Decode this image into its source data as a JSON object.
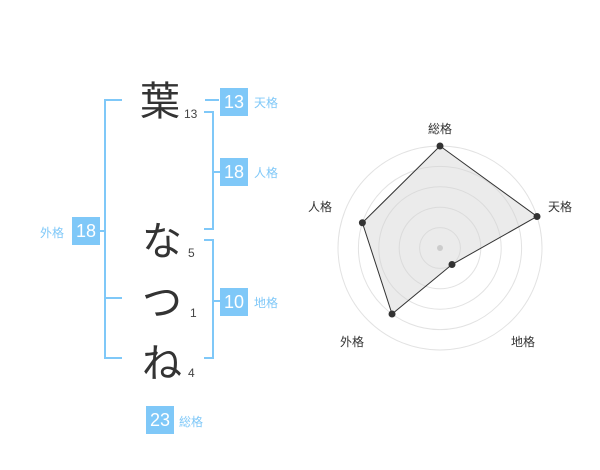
{
  "name": {
    "surname": [
      {
        "char": "葉",
        "strokes": "13"
      }
    ],
    "given": [
      {
        "char": "な",
        "strokes": "5"
      },
      {
        "char": "つ",
        "strokes": "1"
      },
      {
        "char": "ね",
        "strokes": "4"
      }
    ]
  },
  "kaku": {
    "ten": {
      "label": "天格",
      "value": "13"
    },
    "jin": {
      "label": "人格",
      "value": "18"
    },
    "chi": {
      "label": "地格",
      "value": "10"
    },
    "gai": {
      "label": "外格",
      "value": "18"
    },
    "so": {
      "label": "総格",
      "value": "23"
    }
  },
  "chart_data": {
    "type": "radar",
    "axes": [
      "総格",
      "天格",
      "地格",
      "外格",
      "人格"
    ],
    "values": [
      5,
      5,
      1,
      4,
      4
    ],
    "max": 5,
    "grid_levels": 5
  },
  "colors": {
    "accent": "#7fc8f8",
    "text": "#333333",
    "radar_fill": "#eeeeee"
  }
}
